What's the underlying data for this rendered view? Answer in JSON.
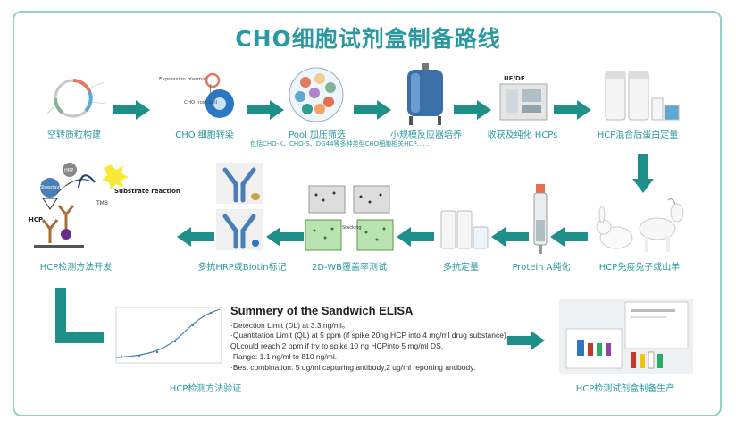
{
  "title": "CHO细胞试剂盒制备路线",
  "row1": {
    "s1": "空转质粒构建",
    "s2": "CHO 细胞转染",
    "s2_plasmid": "Expression plasmid",
    "s2_cell": "CHO host cell",
    "s3": "Pool 加压筛选",
    "s3_note": "包括CHO-K、CHO-S、DG44等多种类型CHO细胞相关HCP……",
    "s4": "小规模反应器培养",
    "s5": "收获及纯化 HCPs",
    "s5_tag": "UF/DF",
    "s6": "HCP混合后蛋白定量"
  },
  "row2": {
    "s1": "HCP免疫兔子或山羊",
    "s2": "Protein A纯化",
    "s3": "多抗定量",
    "s4": "2D-WB覆盖率测试",
    "s5": "多抗HRP或Biotin标记",
    "s6": "HCP检测方法开发",
    "hcp": "HCP",
    "substrate": "Substrate reaction",
    "tmb": "TMB",
    "strep": "Streptavidin",
    "hrp": "HRP",
    "blot_mid": "Stacking"
  },
  "row3": {
    "validation": "HCP检测方法验证",
    "production": "HCP检测试剂盒制备生产",
    "summary_title": "Summery of the Sandwich ELISA",
    "lines": [
      "·Detection Limit (DL) at 3.3 ng/ml。",
      "·Quantitation Limit (QL) at 5 ppm (if spike 20ng HCP into 4 mg/ml drug substance).",
      "QLcould reach 2 ppm    if try to spike 10 ng HCPinto 5 mg/ml DS.",
      "·Range: 1.1 ng/ml to 810 ng/ml.",
      "·Best combination: 5 ug/ml capturing antibody,2 ug/ml reporting antibody."
    ]
  },
  "colors": {
    "accent": "#2a9aa0",
    "arrow": "#1f8f8a",
    "frame": "#8fd3c9"
  }
}
